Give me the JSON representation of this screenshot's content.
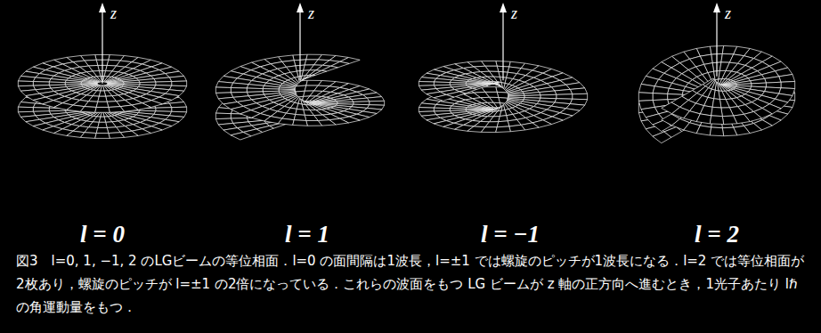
{
  "diagram": {
    "caption": "図3　l=0, 1, −1, 2 のLGビームの等位相面．l=0 の面間隔は1波長，l=±1 では螺旋のピッチが1波長になる．l=2 では等位相面が2枚あり，螺旋のピッチが l=±1 の2倍になっている．これらの波面をもつ LG ビームが z 軸の正方向へ進むとき，1光子あたり lℏ の角運動量をもつ．",
    "labels": [
      "z",
      "z",
      "z",
      "z",
      "l = 0",
      "l = 1",
      "l = −1",
      "l = 2"
    ]
  }
}
